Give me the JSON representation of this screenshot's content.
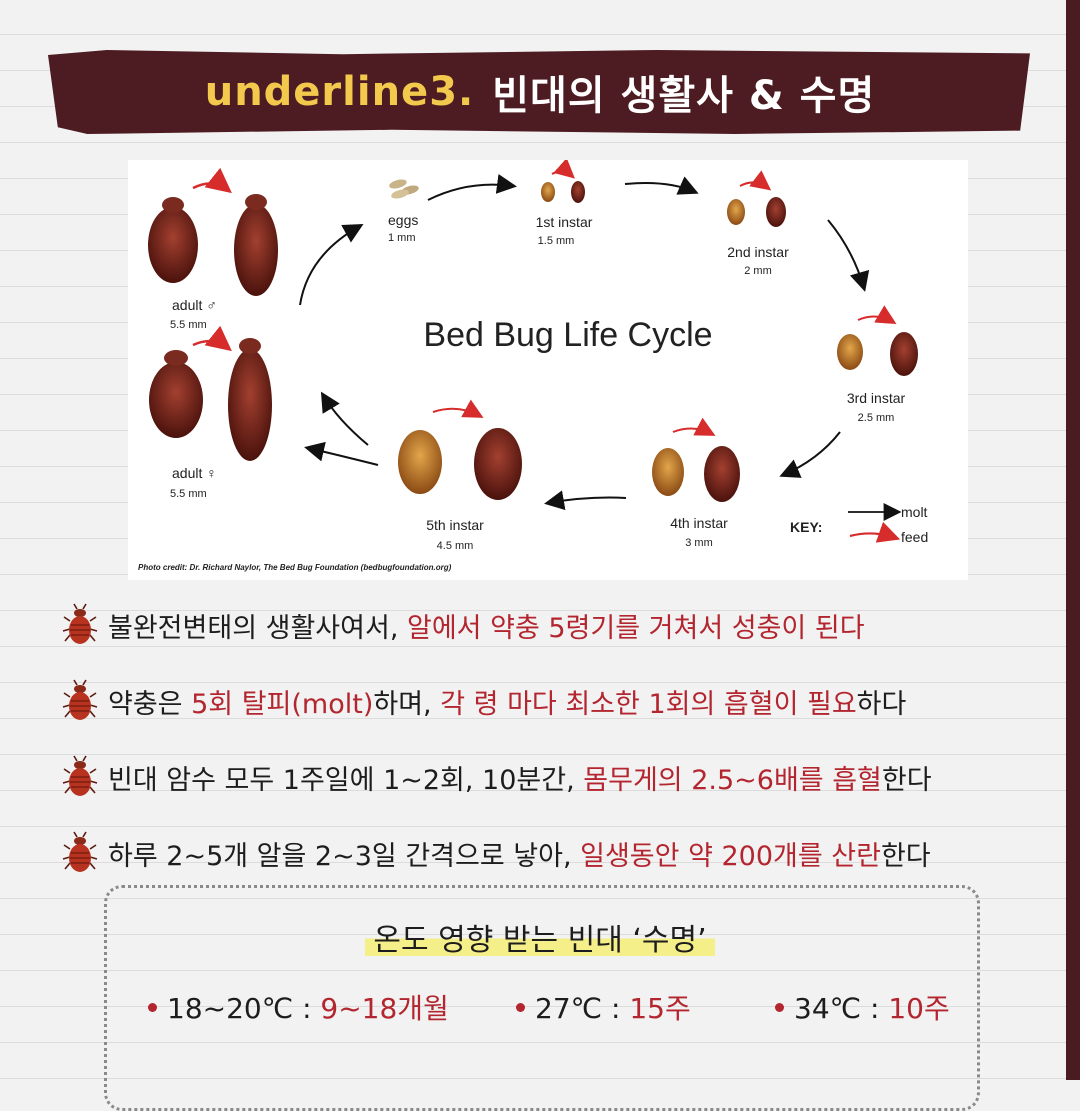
{
  "header": {
    "tag": "underline3.",
    "title": "빈대의 생활사 & 수명"
  },
  "figure": {
    "title": "Bed Bug Life Cycle",
    "stages": {
      "eggs": {
        "label": "eggs",
        "size": "1 mm"
      },
      "first": {
        "label": "1st instar",
        "size": "1.5 mm"
      },
      "second": {
        "label": "2nd instar",
        "size": "2 mm"
      },
      "third": {
        "label": "3rd instar",
        "size": "2.5 mm"
      },
      "fourth": {
        "label": "4th instar",
        "size": "3 mm"
      },
      "fifth": {
        "label": "5th instar",
        "size": "4.5 mm"
      },
      "male": {
        "label": "adult ♂",
        "size": "5.5 mm"
      },
      "female": {
        "label": "adult ♀",
        "size": "5.5 mm"
      }
    },
    "key": {
      "label": "KEY:",
      "molt": "molt",
      "feed": "feed"
    },
    "credit": "Photo credit: Dr. Richard Naylor, The Bed Bug Foundation (bedbugfoundation.org)"
  },
  "bullets": [
    {
      "plain": "불완전변태의 생활사여서, ",
      "highlight": "알에서 약충 5령기를 거쳐서 성충이 된다",
      "tail": ""
    },
    {
      "prefix": "약충은 ",
      "hl1": "5회 탈피(molt)",
      "mid": "하며, ",
      "hl2": "각 령 마다 최소한 1회의 흡혈이 필요",
      "tail": "하다"
    },
    {
      "plain": "빈대 암수 모두 1주일에 1~2회, 10분간, ",
      "highlight": "몸무게의 2.5~6배를 흡혈",
      "tail": "한다"
    },
    {
      "plain": "하루 2~5개 알을 2~3일 간격으로 낳아, ",
      "highlight": "일생동안 약 200개를 산란",
      "tail": "한다"
    }
  ],
  "temperature": {
    "title": "온도 영향 받는 빈대 ‘수명’",
    "items": [
      {
        "temp": "18~20℃ : ",
        "life": "9~18개월"
      },
      {
        "temp": "27℃ : ",
        "life": "15주"
      },
      {
        "temp": "34℃ : ",
        "life": "10주"
      }
    ]
  },
  "colors": {
    "banner": "#4d1c22",
    "tag": "#f2c94c",
    "highlight": "#b3262f",
    "marker": "#f5ef8a"
  }
}
